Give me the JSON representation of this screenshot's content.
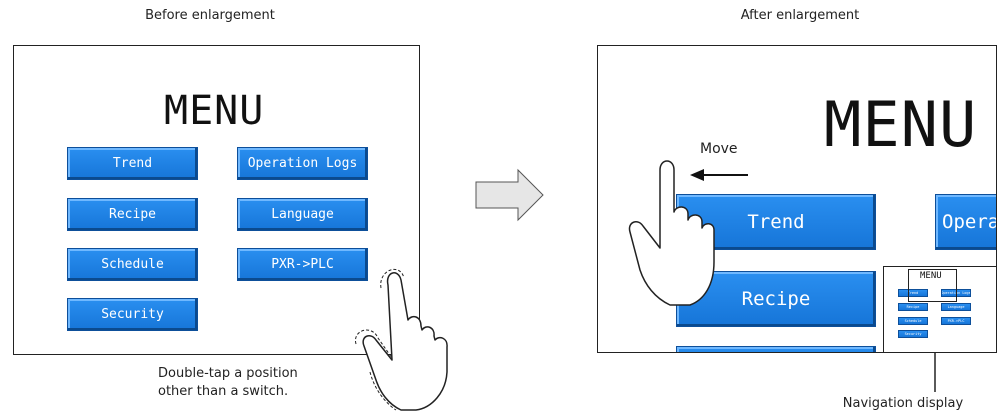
{
  "before": {
    "caption": "Before enlargement",
    "menu_title": "MENU",
    "buttons": [
      "Trend",
      "Operation Logs",
      "Recipe",
      "Language",
      "Schedule",
      "PXR->PLC",
      "Security"
    ],
    "note_line1": "Double-tap a position",
    "note_line2": "other than a switch."
  },
  "after": {
    "caption": "After enlargement",
    "menu_title": "MENU",
    "move_label": "Move",
    "buttons": [
      "Trend",
      "Opera",
      "Recipe"
    ],
    "nav_title": "MENU",
    "nav_buttons": [
      "Trend",
      "Operation Logs",
      "Recipe",
      "Language",
      "Schedule",
      "PXR->PLC",
      "Security"
    ],
    "nav_label": "Navigation display"
  },
  "colors": {
    "button": "#1a7fe6",
    "button_text": "#ffffff",
    "frame": "#222222",
    "arrow_fill": "#e6e6e6"
  },
  "icons": [
    "transition-arrow-icon",
    "hand-pointer-icon",
    "left-arrow-icon"
  ]
}
